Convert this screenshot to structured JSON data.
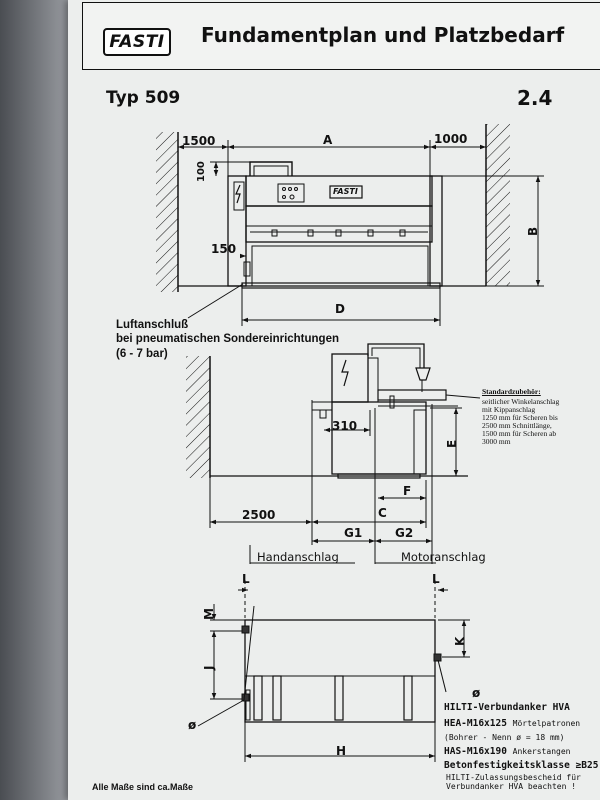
{
  "header": {
    "logo": "FASTI",
    "title": "Fundamentplan und Platzbedarf"
  },
  "model": "Typ 509",
  "section": "2.4",
  "top_view": {
    "dim_left": "1500",
    "dim_a": "A",
    "dim_right": "1000",
    "dim_100": "100",
    "dim_150": "150",
    "dim_b": "B",
    "dim_d": "D",
    "machine_logo": "FASTI"
  },
  "air_note": [
    "Luftanschluß",
    "bei pneumatischen Sondereinrichtungen",
    "(6 - 7 bar)"
  ],
  "side_view": {
    "dim_310": "310",
    "dim_e": "E",
    "dim_f": "F",
    "dim_2500": "2500",
    "dim_c": "C",
    "dim_g1": "G1",
    "dim_g2": "G2",
    "label_hand": "Handanschlag",
    "label_motor": "Motoranschlag"
  },
  "accessory": {
    "heading": "Standardzubehör:",
    "lines": [
      "seitlicher Winkelanschlag",
      "mit Kippanschlag",
      "1250 mm für Scheren bis",
      "2500 mm Schnittlänge,",
      "1500 mm für Scheren ab",
      "3000 mm"
    ]
  },
  "foundation": {
    "dim_l_left": "L",
    "dim_l_right": "L",
    "dim_m": "M",
    "dim_j": "J",
    "dim_k": "K",
    "dim_h": "H",
    "phi_left": "ø",
    "phi_right": "ø"
  },
  "anchors": {
    "heading": "HILTI-Verbundanker HVA",
    "line1_bold": "HEA-M16x125",
    "line1_rest": "Mörtelpatronen",
    "line2": "(Bohrer - Nenn ø = 18 mm)",
    "line3_bold": "HAS-M16x190",
    "line3_rest": "Ankerstangen",
    "line4": "Betonfestigkeitsklasse ≥B25",
    "line5": "HILTI-Zulassungsbescheid für",
    "line6": "Verbundanker HVA beachten !"
  },
  "footer": "Alle Maße sind ca.Maße"
}
